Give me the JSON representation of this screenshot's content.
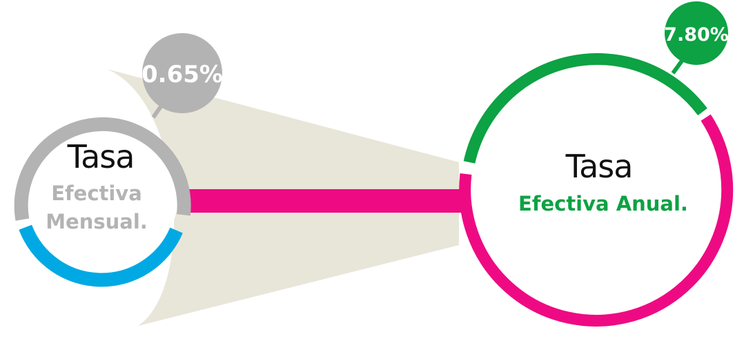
{
  "left_node": {
    "title": "Tasa",
    "line1": "Efectiva",
    "line2": "Mensual.",
    "badge": "0.65%"
  },
  "right_node": {
    "title": "Tasa",
    "subtitle": "Efectiva Anual.",
    "badge": "7.80%"
  },
  "colors": {
    "gray": "#b3b3b3",
    "blue": "#00a9e3",
    "magenta": "#ee0a83",
    "green": "#0da243",
    "beige": "#e8e6d8",
    "text_dark": "#111111"
  }
}
